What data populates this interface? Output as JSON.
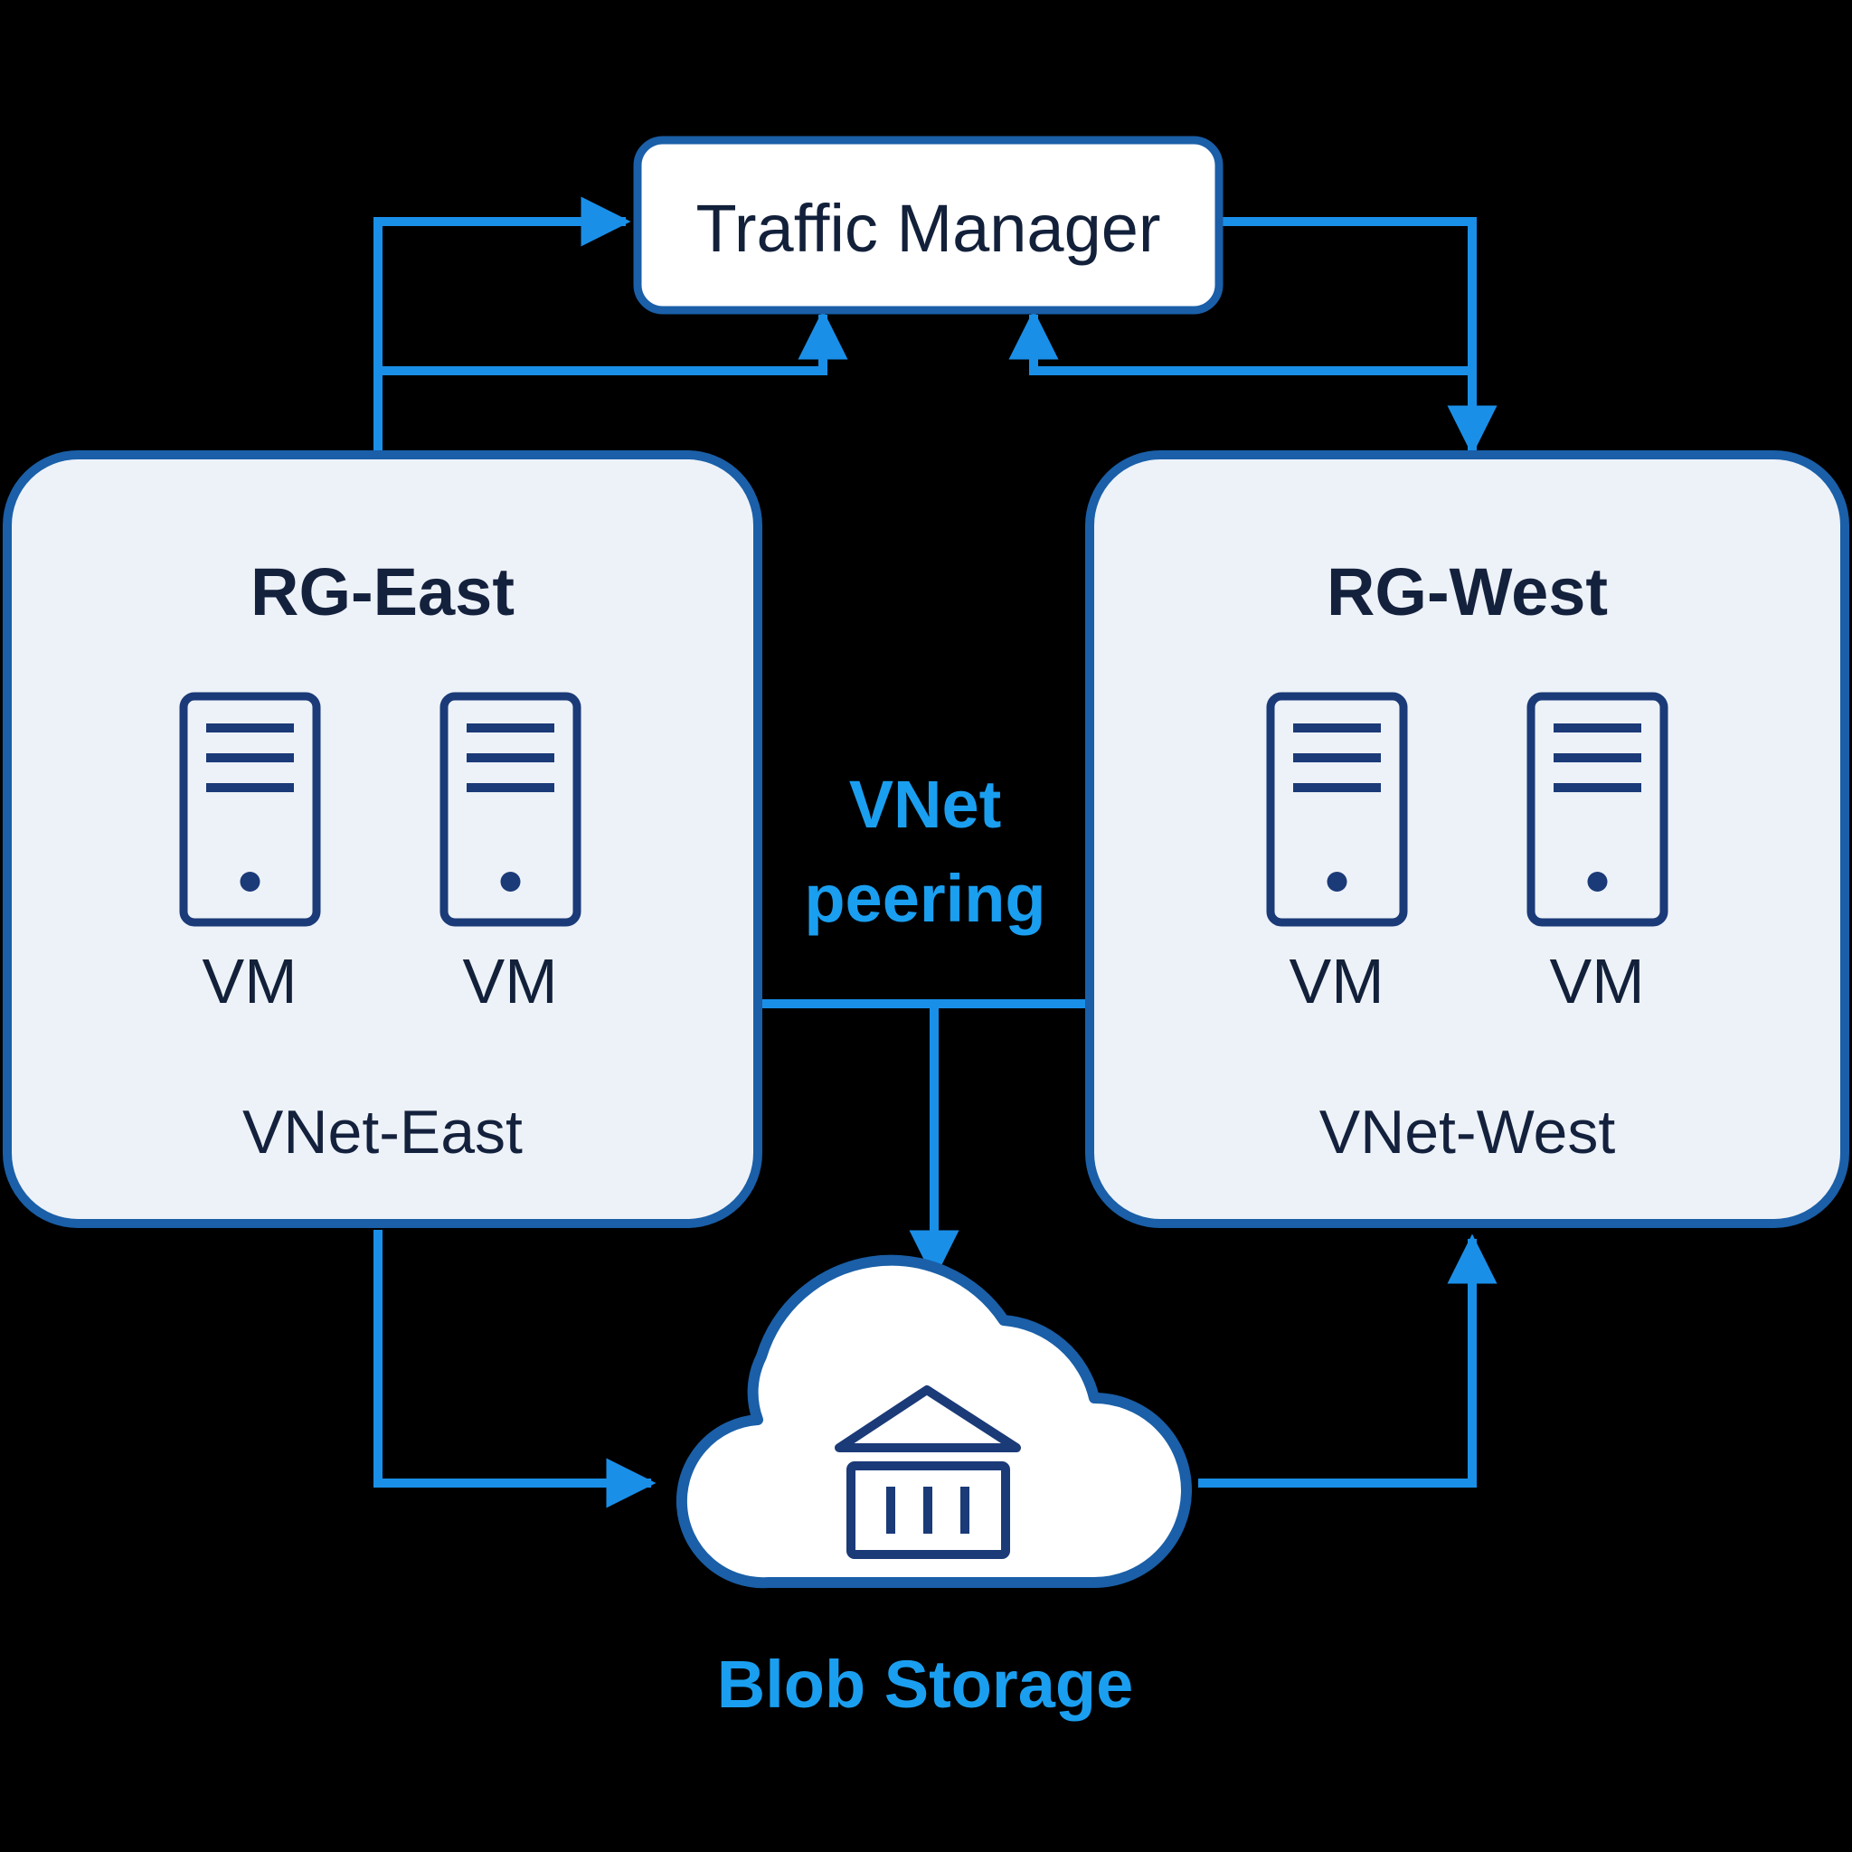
{
  "traffic_manager": {
    "label": "Traffic Manager"
  },
  "rg_east": {
    "title": "RG-East",
    "vms": [
      "VM",
      "VM"
    ],
    "vnet": "VNet-East"
  },
  "rg_west": {
    "title": "RG-West",
    "vms": [
      "VM",
      "VM"
    ],
    "vnet": "VNet-West"
  },
  "peering": {
    "line1": "VNet",
    "line2": "peering"
  },
  "storage": {
    "label": "Blob Storage"
  },
  "colors": {
    "background": "#000000",
    "connector": "#1a8fe8",
    "accent_text": "#1a9ff0",
    "box_border": "#1a5fa8",
    "box_fill": "#edf2f8",
    "icon": "#1b3a78",
    "text_dark": "#14213d"
  },
  "icons": [
    "server-icon",
    "cloud-icon",
    "storage-bank-icon"
  ]
}
